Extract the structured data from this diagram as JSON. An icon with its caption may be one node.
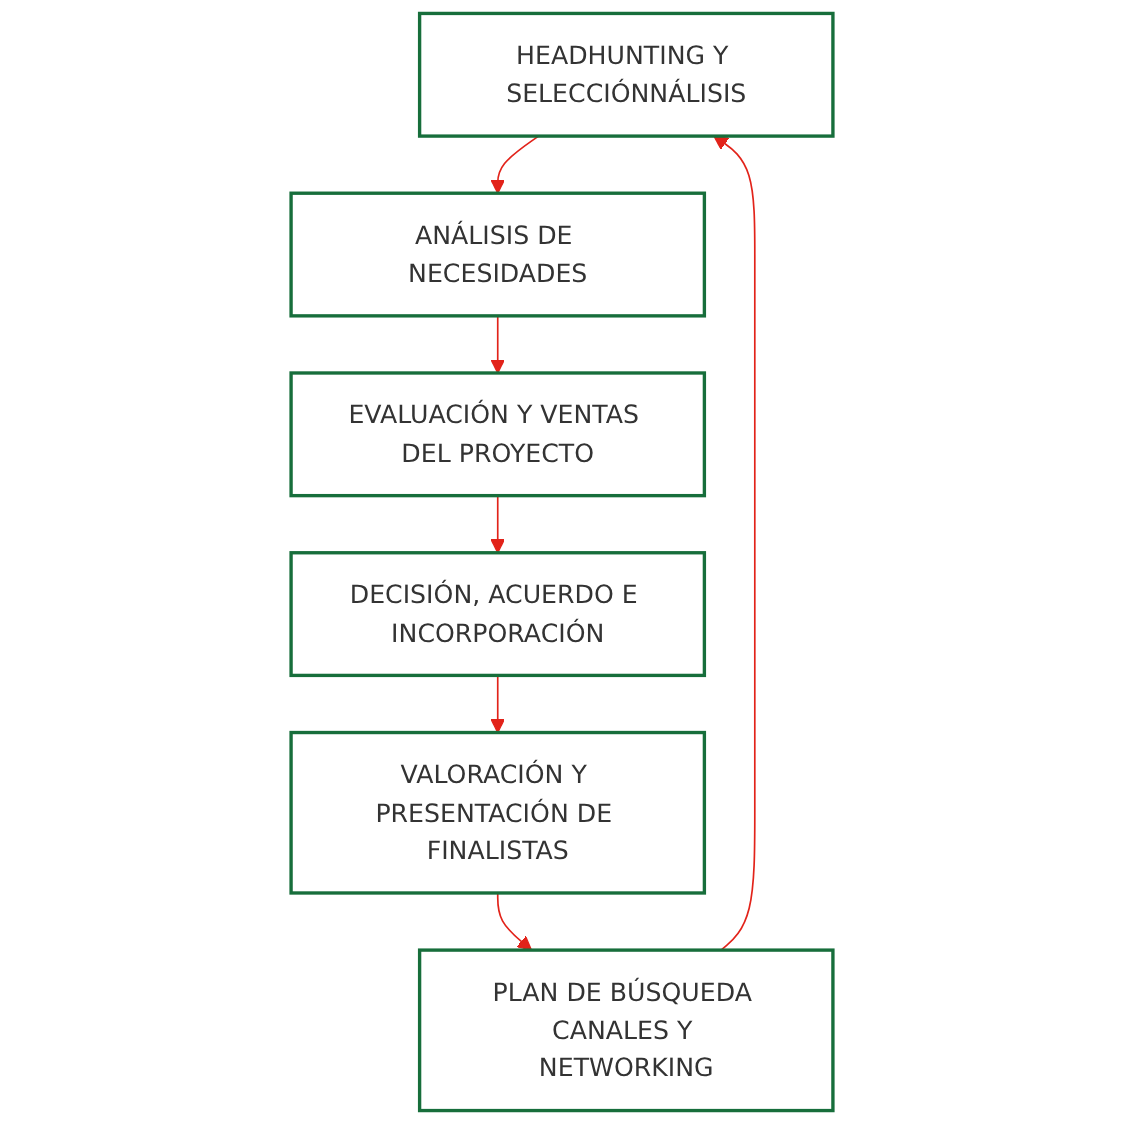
{
  "diagram": {
    "nodes": [
      {
        "text": [
          "HEADHUNTING Y SELECCIÓNNÁLISIS"
        ]
      },
      {
        "text": [
          "ANÁLISIS DE NECESIDADES"
        ]
      },
      {
        "text": [
          "EVALUACIÓN Y VENTAS DEL PROYECTO"
        ]
      },
      {
        "text": [
          "DECISIÓN, ACUERDO E INCORPORACIÓN"
        ]
      },
      {
        "text": [
          "VALORACIÓN Y PRESENTACIÓN DE FINALISTAS"
        ]
      },
      {
        "text": [
          "PLAN DE BÚSQUEDA CANALES Y NETWORKING"
        ]
      }
    ],
    "edges": [
      {
        "from": 0,
        "to": 1,
        "arrow": "to"
      },
      {
        "from": 1,
        "to": 2,
        "arrow": "to"
      },
      {
        "from": 2,
        "to": 3,
        "arrow": "to"
      },
      {
        "from": 3,
        "to": 4,
        "arrow": "to"
      },
      {
        "from": 4,
        "to": 5,
        "arrow": "to"
      },
      {
        "from": 5,
        "to": 0,
        "arrow": "to"
      }
    ]
  }
}
